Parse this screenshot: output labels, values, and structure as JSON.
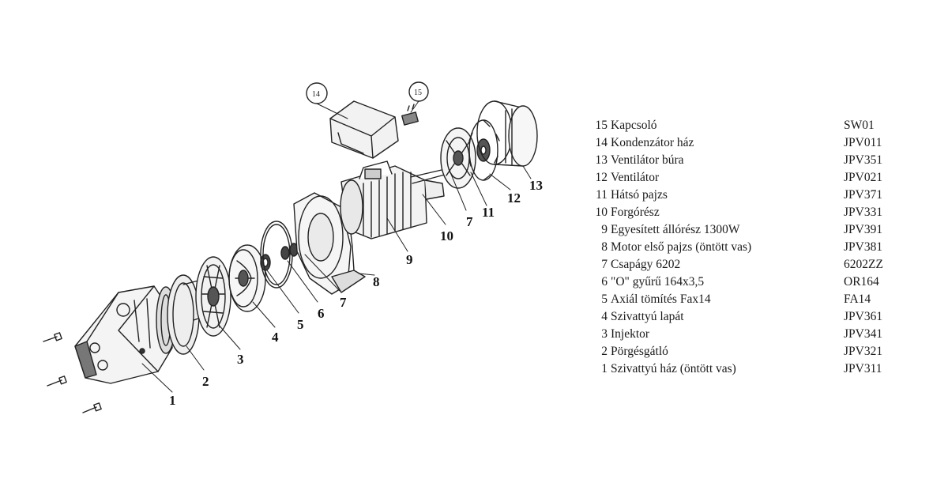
{
  "diagram": {
    "callouts": [
      {
        "id": "1",
        "text": "1"
      },
      {
        "id": "2",
        "text": "2"
      },
      {
        "id": "3",
        "text": "3"
      },
      {
        "id": "4",
        "text": "4"
      },
      {
        "id": "5",
        "text": "5"
      },
      {
        "id": "6",
        "text": "6"
      },
      {
        "id": "7a",
        "text": "7"
      },
      {
        "id": "8",
        "text": "8"
      },
      {
        "id": "9",
        "text": "9"
      },
      {
        "id": "10",
        "text": "10"
      },
      {
        "id": "7b",
        "text": "7"
      },
      {
        "id": "11",
        "text": "11"
      },
      {
        "id": "12",
        "text": "12"
      },
      {
        "id": "13",
        "text": "13"
      },
      {
        "id": "14",
        "text": "14"
      },
      {
        "id": "15",
        "text": "15"
      }
    ]
  },
  "parts": [
    {
      "no": "15",
      "desc": "Kapcsoló",
      "code": "SW01"
    },
    {
      "no": "14",
      "desc": "Kondenzátor ház",
      "code": "JPV011"
    },
    {
      "no": "13",
      "desc": "Ventilátor búra",
      "code": "JPV351"
    },
    {
      "no": "12",
      "desc": "Ventilátor",
      "code": "JPV021"
    },
    {
      "no": "11",
      "desc": "Hátsó pajzs",
      "code": "JPV371"
    },
    {
      "no": "10",
      "desc": "Forgórész",
      "code": "JPV331"
    },
    {
      "no": "9",
      "desc": "Egyesített állórész  1300W",
      "code": "JPV391"
    },
    {
      "no": "8",
      "desc": "Motor első pajzs (öntött vas)",
      "code": "JPV381"
    },
    {
      "no": "7",
      "desc": "Csapágy 6202",
      "code": "6202ZZ"
    },
    {
      "no": "6",
      "desc": "\"O\" gyűrű 164x3,5",
      "code": "OR164"
    },
    {
      "no": "5",
      "desc": "Axiál tömítés Fax14",
      "code": "FA14"
    },
    {
      "no": "4",
      "desc": "Szivattyú lapát",
      "code": "JPV361"
    },
    {
      "no": "3",
      "desc": "Injektor",
      "code": "JPV341"
    },
    {
      "no": "2",
      "desc": "Pörgésgátló",
      "code": "JPV321"
    },
    {
      "no": "1",
      "desc": "Szivattyú ház (öntött vas)",
      "code": "JPV311"
    }
  ]
}
